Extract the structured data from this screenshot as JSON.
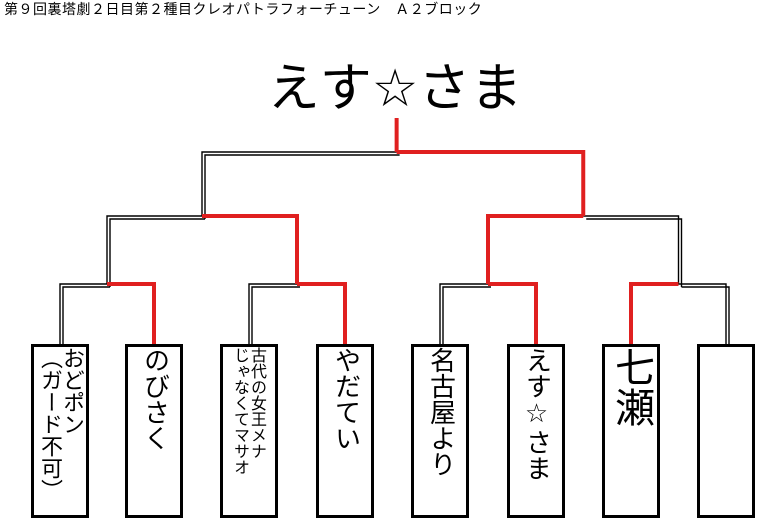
{
  "header": {
    "title": "第９回裏塔劇２日目第２種目クレオパトラフォーチューン　Ａ２ブロック"
  },
  "winner": {
    "name": "えす☆さま"
  },
  "entrants": [
    {
      "lines": [
        "おどポン",
        "（ガード不可）"
      ]
    },
    {
      "lines": [
        "のびさく"
      ]
    },
    {
      "lines": [
        "古代の女王メナ",
        "じゃなくてマサオ"
      ]
    },
    {
      "lines": [
        "やだてい"
      ]
    },
    {
      "lines": [
        "名古屋より"
      ]
    },
    {
      "lines": [
        "えす☆さま"
      ]
    },
    {
      "lines": [
        "七瀬"
      ]
    },
    {
      "lines": []
    }
  ],
  "round1_winners": [
    1,
    3,
    5,
    6
  ],
  "semi_winners": [
    1,
    2
  ],
  "final_winner": 1,
  "colors": {
    "win_line": "#e02020",
    "lose_line": "#000000",
    "box_border": "#000000"
  }
}
